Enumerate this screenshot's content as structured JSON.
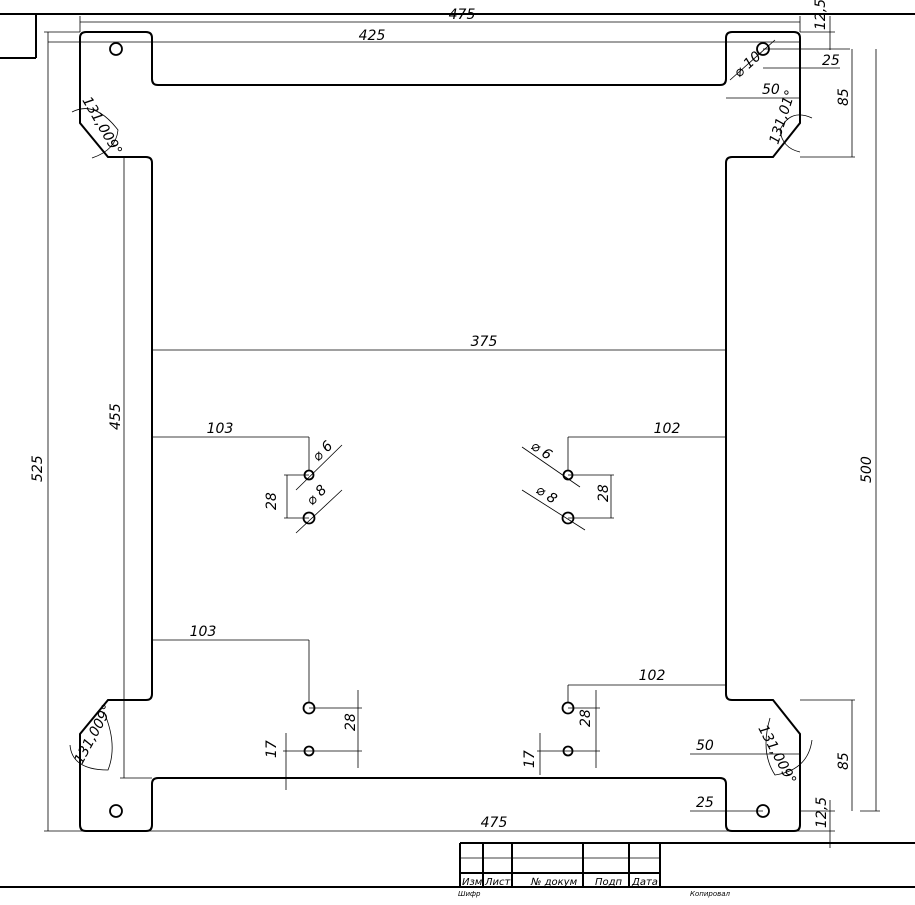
{
  "drawing": {
    "dims": {
      "w_475_top": "475",
      "w_425": "425",
      "r_12_5_top": "12,5",
      "d_10": "⌀ 10",
      "r_25_top": "25",
      "r_50_top": "50",
      "r_85_top": "85",
      "a_tl": "131,009°",
      "a_tr": "131,01°",
      "h_455": "455",
      "h_525": "525",
      "h_500": "500",
      "w_375": "375",
      "w_103_a": "103",
      "w_102_a": "102",
      "d_6_l": "⌀ 6",
      "d_8_l": "⌀ 8",
      "d_6_r": "⌀ 6",
      "d_8_r": "⌀ 8",
      "v_28_l": "28",
      "v_28_r": "28",
      "w_103_b": "103",
      "w_102_b": "102",
      "v_28_bl": "28",
      "v_28_br": "28",
      "v_17_l": "17",
      "v_17_r": "17",
      "a_bl": "131,009°",
      "a_br": "131,009°",
      "r_50_bot": "50",
      "r_85_bot": "85",
      "r_25_bot": "25",
      "r_12_5_bot": "12,5",
      "w_475_bot": "475"
    },
    "title_block": {
      "izm": "Изм",
      "list": "Лист",
      "doc": "№ докум",
      "podp": "Подп",
      "data": "Дата",
      "shifr": "Шифр",
      "kopiroval": "Копировал"
    }
  }
}
